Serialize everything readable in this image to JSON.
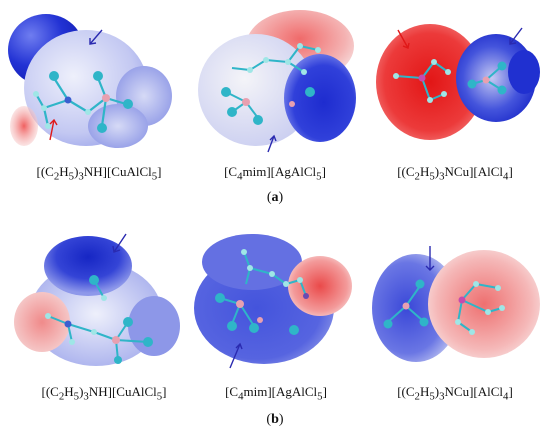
{
  "panels": [
    {
      "id": "a",
      "label_open": "(",
      "label_letter": "a",
      "label_close": ")",
      "molecules": [
        {
          "name": "[(C2H5)3NH][CuAlCl5]",
          "pre": "[(C",
          "s1": "2",
          "m1": "H",
          "s2": "5",
          "m2": ")",
          "s3": "3",
          "post": "NH][CuAlCl",
          "s4": "5",
          "end": "]"
        },
        {
          "name": "[C4mim][AgAlCl5]",
          "pre": "[C",
          "s1": "4",
          "m1": "mim][AgAlCl",
          "s2": "5",
          "m2": "]",
          "s3": "",
          "post": "",
          "s4": "",
          "end": ""
        },
        {
          "name": "[(C2H5)3NCu][AlCl4]",
          "pre": "[(C",
          "s1": "2",
          "m1": "H",
          "s2": "5",
          "m2": ")",
          "s3": "3",
          "post": "NCu][AlCl",
          "s4": "4",
          "end": "]"
        }
      ]
    },
    {
      "id": "b",
      "label_open": "(",
      "label_letter": "b",
      "label_close": ")",
      "molecules": [
        {
          "name": "[(C2H5)3NH][CuAlCl5]",
          "pre": "[(C",
          "s1": "2",
          "m1": "H",
          "s2": "5",
          "m2": ")",
          "s3": "3",
          "post": "NH][CuAlCl",
          "s4": "5",
          "end": "]"
        },
        {
          "name": "[C4mim][AgAlCl5]",
          "pre": "[C",
          "s1": "4",
          "m1": "mim][AgAlCl",
          "s2": "5",
          "m2": "]",
          "s3": "",
          "post": "",
          "s4": "",
          "end": ""
        },
        {
          "name": "[(C2H5)3NCu][AlCl4]",
          "pre": "[(C",
          "s1": "2",
          "m1": "H",
          "s2": "5",
          "m2": ")",
          "s3": "3",
          "post": "NCu][AlCl",
          "s4": "4",
          "end": "]"
        }
      ]
    }
  ],
  "colors": {
    "positive_blue": "#1a2ed6",
    "negative_red": "#e01818",
    "neutral": "#f2f2f5",
    "atom_cyan": "#2fb5c8",
    "atom_pink": "#e8a0b0",
    "arrow": "#2a2ab0"
  }
}
